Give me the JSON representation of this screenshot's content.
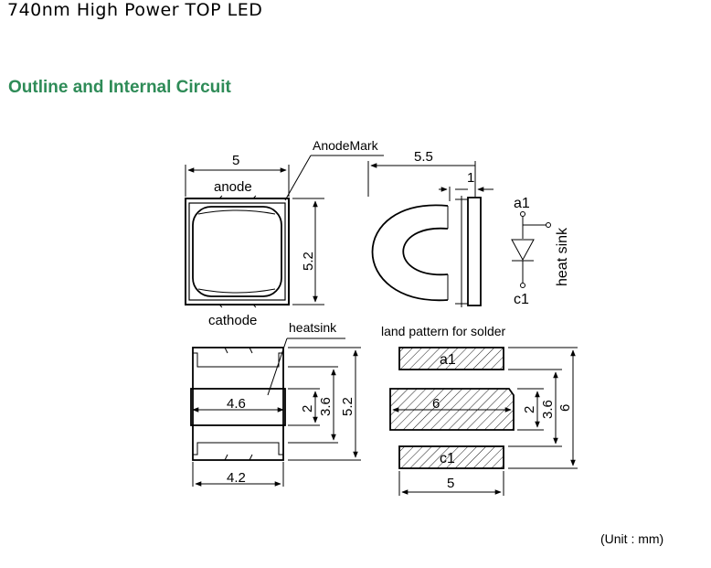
{
  "header": {
    "title": "740nm High Power TOP LED"
  },
  "section": {
    "title": "Outline and Internal Circuit"
  },
  "top_view": {
    "width_dim": "5",
    "height_dim": "5.2",
    "top_label": "anode",
    "bottom_label": "cathode",
    "mark_label": "AnodeMark"
  },
  "side_view": {
    "depth_dim": "5.5",
    "lead_dim": "1"
  },
  "circuit": {
    "anode": "a1",
    "cathode": "c1",
    "heatsink": "heat sink"
  },
  "bottom_view": {
    "heatsink_label": "heatsink",
    "pad_width": "4.6",
    "lead_width": "4.2",
    "dim_2": "2",
    "dim_36": "3.6",
    "dim_52": "5.2"
  },
  "land_pattern": {
    "title": "land pattern for solder",
    "pad_a": "a1",
    "pad_c": "c1",
    "center_width": "6",
    "pad_width": "5",
    "dim_2": "2",
    "dim_36": "3.6",
    "dim_6": "6"
  },
  "footer": {
    "unit": "(Unit : mm)"
  }
}
